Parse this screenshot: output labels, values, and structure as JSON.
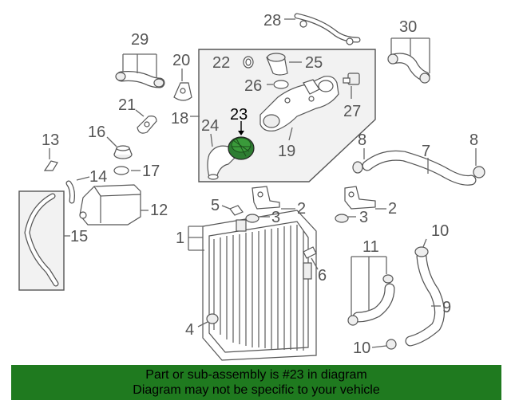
{
  "banner": {
    "line1": "Part or sub-assembly is #23 in diagram",
    "line2": "Diagram may not be specific to your vehicle"
  },
  "highlight_color": "#1f7a1f",
  "callouts": {
    "n1": "1",
    "n2a": "2",
    "n2b": "2",
    "n3a": "3",
    "n3b": "3",
    "n4": "4",
    "n5": "5",
    "n6": "6",
    "n7": "7",
    "n8a": "8",
    "n8b": "8",
    "n9": "9",
    "n10a": "10",
    "n10b": "10",
    "n11": "11",
    "n12": "12",
    "n13": "13",
    "n14": "14",
    "n15": "15",
    "n16": "16",
    "n17": "17",
    "n18": "18",
    "n19": "19",
    "n20": "20",
    "n21": "21",
    "n22": "22",
    "n23": "23",
    "n24": "24",
    "n25": "25",
    "n26": "26",
    "n27": "27",
    "n28": "28",
    "n29": "29",
    "n30": "30"
  }
}
